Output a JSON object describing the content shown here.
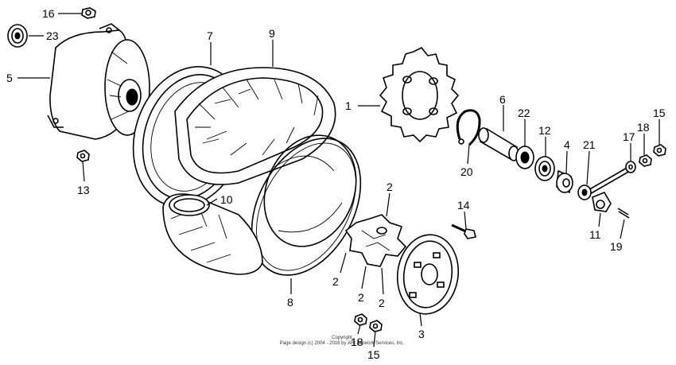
{
  "callouts": [
    {
      "id": "1",
      "text": "1"
    },
    {
      "id": "2a",
      "text": "2"
    },
    {
      "id": "2b",
      "text": "2"
    },
    {
      "id": "2c",
      "text": "2"
    },
    {
      "id": "2d",
      "text": "2"
    },
    {
      "id": "3",
      "text": "3"
    },
    {
      "id": "4",
      "text": "4"
    },
    {
      "id": "5",
      "text": "5"
    },
    {
      "id": "6",
      "text": "6"
    },
    {
      "id": "7",
      "text": "7"
    },
    {
      "id": "8",
      "text": "8"
    },
    {
      "id": "9",
      "text": "9"
    },
    {
      "id": "10",
      "text": "10"
    },
    {
      "id": "11",
      "text": "11"
    },
    {
      "id": "12",
      "text": "12"
    },
    {
      "id": "13",
      "text": "13"
    },
    {
      "id": "14",
      "text": "14"
    },
    {
      "id": "15a",
      "text": "15"
    },
    {
      "id": "15b",
      "text": "15"
    },
    {
      "id": "16",
      "text": "16"
    },
    {
      "id": "17",
      "text": "17"
    },
    {
      "id": "18a",
      "text": "18"
    },
    {
      "id": "18b",
      "text": "18"
    },
    {
      "id": "19",
      "text": "19"
    },
    {
      "id": "20",
      "text": "20"
    },
    {
      "id": "21",
      "text": "21"
    },
    {
      "id": "22",
      "text": "22"
    },
    {
      "id": "23",
      "text": "23"
    }
  ],
  "copyright": {
    "line1": "Copyright",
    "line2": "Page design (c) 2004 - 2016 by ARI Network Services, Inc."
  }
}
